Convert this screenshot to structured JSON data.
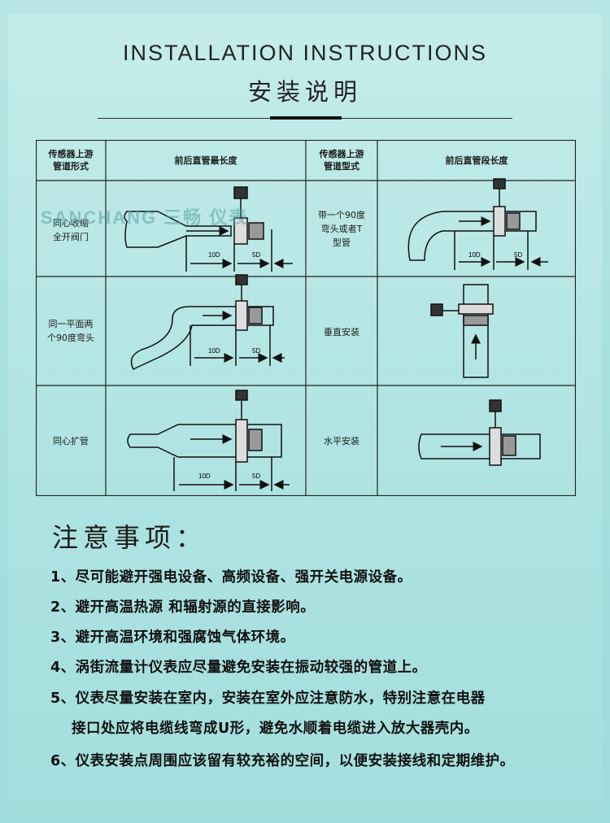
{
  "header": {
    "title_en": "INSTALLATION INSTRUCTIONS",
    "title_cn": "安装说明"
  },
  "table": {
    "headers": {
      "col1": "传感器上游\n管道形式",
      "col2": "前后直管最长度",
      "col3": "传感器上游\n管道型式",
      "col4": "前后直管段长度"
    },
    "rows": [
      {
        "left_label": "同心收缩\n全开阀门",
        "right_label": "带一个90度\n弯头或者T\n型管"
      },
      {
        "left_label": "同一平面两\n个90度弯头",
        "right_label": "垂直安装"
      },
      {
        "left_label": "同心扩管",
        "right_label": "水平安装"
      }
    ],
    "dim_labels": {
      "upstream": "10D",
      "downstream": "5D"
    },
    "watermark": "SANCHANG 三畅 仪表"
  },
  "notes": {
    "title": "注意事项：",
    "items": [
      "1、尽可能避开强电设备、高频设备、强开关电源设备。",
      "2、避开高温热源 和辐射源的直接影响。",
      "3、避开高温环境和强腐蚀气体环境。",
      "4、涡街流量计仪表应尽量避免安装在振动较强的管道上。",
      "5、仪表尽量安装在室内，安装在室外应注意防水，特别注意在电器",
      "6、仪表安装点周围应该留有较充裕的空间，以便安装接线和定期维护。"
    ],
    "item5_cont": "接口处应将电缆线弯成U形，避免水顺着电缆进入放大器壳内。"
  },
  "colors": {
    "background": "#a7e0df",
    "ink": "#1c1c1c"
  }
}
